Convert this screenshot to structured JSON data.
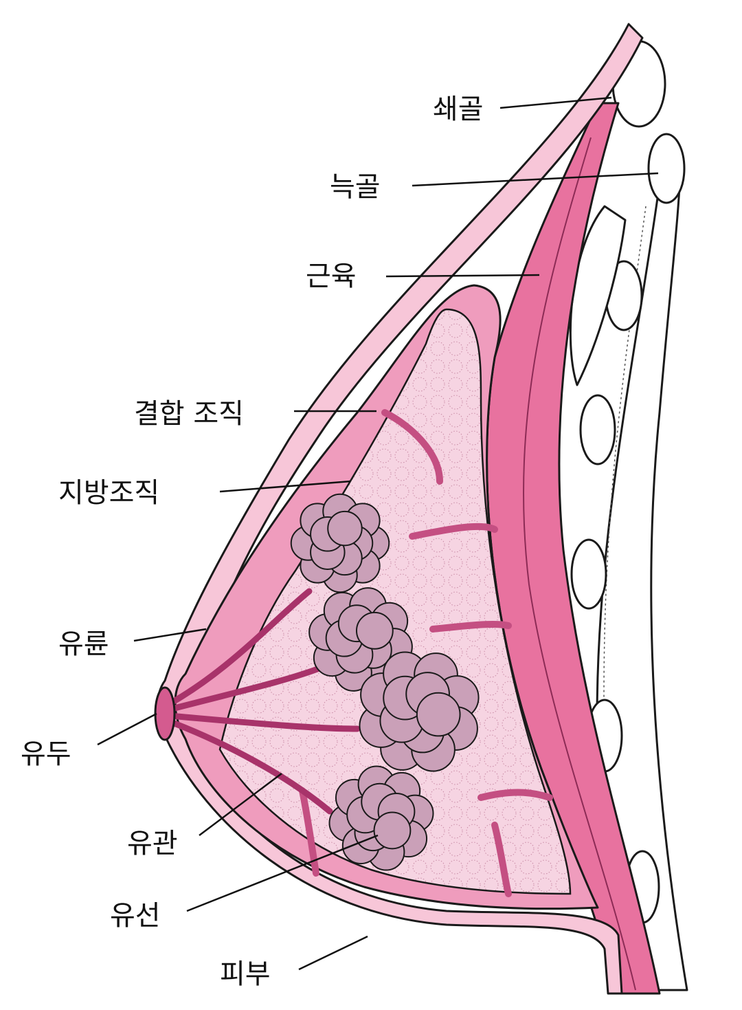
{
  "colors": {
    "skin": "#f7c6d8",
    "connective": "#ef9cbd",
    "fat": "#f6d4e2",
    "muscle": "#e8729f",
    "gland": "#caa0b8",
    "bone": "#ffffff"
  },
  "labels": {
    "clavicle": "쇄골",
    "rib": "늑골",
    "muscle": "근육",
    "connective_tissue": "결합 조직",
    "fat_tissue": "지방조직",
    "areola": "유륜",
    "nipple": "유두",
    "milk_duct": "유관",
    "mammary_gland": "유선",
    "skin": "피부"
  }
}
